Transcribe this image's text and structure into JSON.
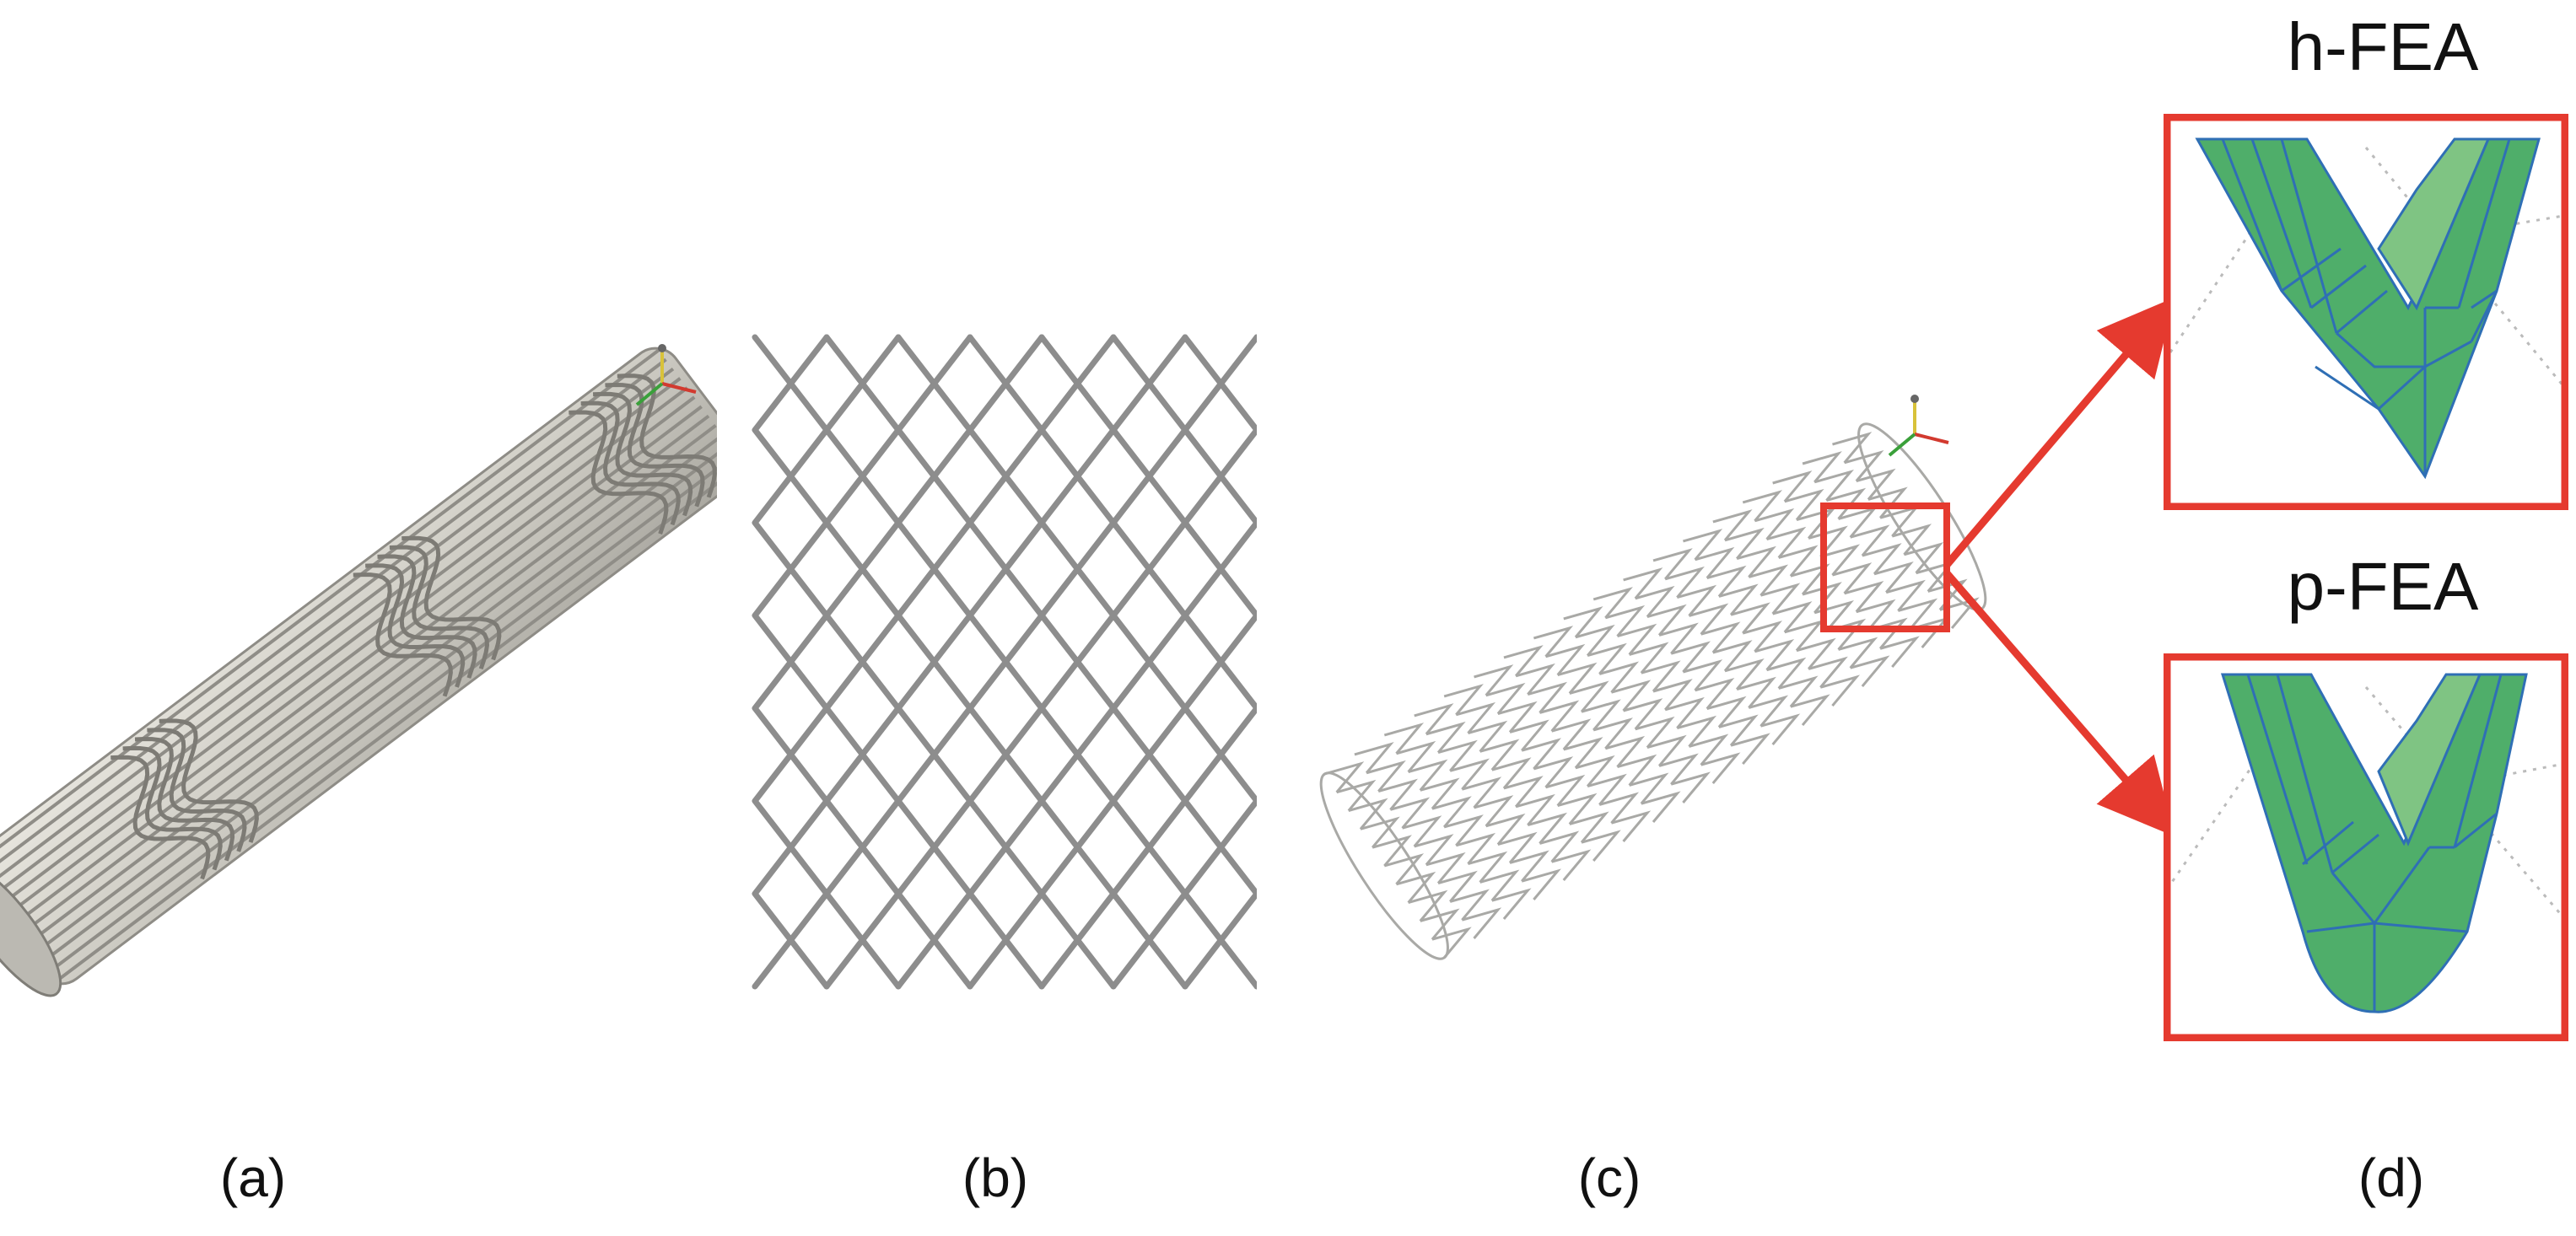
{
  "panels": [
    {
      "id": "a",
      "label": "(a)"
    },
    {
      "id": "b",
      "label": "(b)"
    },
    {
      "id": "c",
      "label": "(c)"
    },
    {
      "id": "d",
      "label": "(d)"
    }
  ],
  "zoom_titles": {
    "top": "h-FEA",
    "bottom": "p-FEA"
  },
  "colors": {
    "stent_gray": "#9a9a9a",
    "stent_light": "#d8d6cf",
    "highlight_red": "#e53a2f",
    "mesh_green": "#4fae6a",
    "mesh_light_green": "#7fc483",
    "mesh_edge_blue": "#2f6fb5"
  },
  "icons": [
    "axis-triad-icon"
  ]
}
